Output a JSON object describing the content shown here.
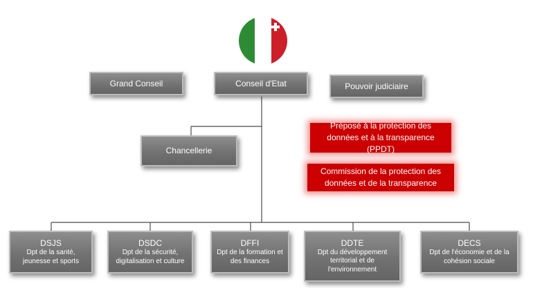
{
  "colors": {
    "box_fill": "#737373",
    "box_border": "#bdbdbd",
    "authority_fill": "#cc0000",
    "flag_green": "#2e8b35",
    "flag_white": "#ffffff",
    "flag_red": "#cc1f2a"
  },
  "emblem": {
    "icon": "green-white-red-roundel-icon"
  },
  "top_row": {
    "grand_conseil": "Grand Conseil",
    "conseil_etat": "Conseil d'Etat",
    "pouvoir_judiciaire": "Pouvoir judiciaire"
  },
  "chancellerie": "Chancellerie",
  "authorities": {
    "ppdt": "Préposé à la protection des données et à la transparence (PPDT)",
    "commission": "Commission de la protection des données et de la transparence"
  },
  "departments": [
    {
      "abbr": "DSJS",
      "name": "Dpt de la santé, jeunesse et sports"
    },
    {
      "abbr": "DSDC",
      "name": "Dpt de la sécurité, digitalisation et culture"
    },
    {
      "abbr": "DFFI",
      "name": "Dpt de la formation et des finances"
    },
    {
      "abbr": "DDTE",
      "name": "Dpt du développement territorial et de l'environnement"
    },
    {
      "abbr": "DECS",
      "name": "Dpt de l'économie et de la cohésion sociale"
    }
  ]
}
